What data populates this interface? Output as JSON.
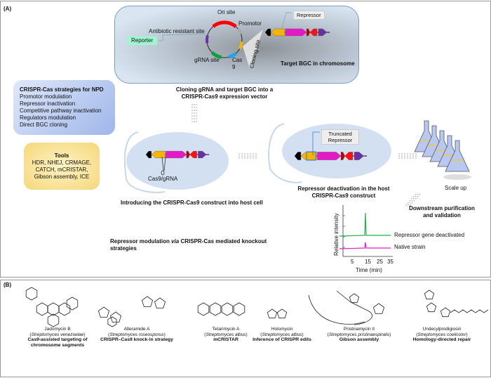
{
  "panel_a": {
    "label": "(A)",
    "plasmid": {
      "ori": "Ori site",
      "promotor": "Promotor",
      "antibiotic": "Antibiotic resistant site",
      "reporter": "Reporter",
      "grna": "gRNA site",
      "cas9": "Cas 9",
      "cloning": "Cloning site"
    },
    "repressor_label": "Repressor",
    "target_bgc": "Target BGC in chromosome",
    "cloning_caption": "Cloning gRNA and target BGC into a CRISPR-Cas9 expression vector",
    "strategies": {
      "title": "CRISPR-Cas strategies for NPD",
      "items": [
        "Promotor modulation",
        "Repressor inactivation",
        "Competitive pathway inactivation",
        "Regulators modulation",
        "Direct BGC cloning"
      ]
    },
    "tools": {
      "title": "Tools",
      "text": "HDR, NHEJ, CRMAGE, CATCH, mCRISTAR, Gibson assembly, ICE"
    },
    "cas9_grna": "Cas9/gRNA",
    "truncated_repressor": "Truncated Repressor",
    "introducing_caption": "Introducing the CRISPR-Cas9 construct into host cell",
    "deactivation_caption": "Repressor deactivation in the host CRISPR-Cas9 construct",
    "scale_up": "Scale up",
    "downstream": "Downstream purification and validation",
    "summary_pre": "Repressor modulation ",
    "summary_via": "via",
    "summary_post": " CRISPR-Cas mediated knockout strategies",
    "chromatogram": {
      "ylabel": "Relative intensity",
      "xlabel": "Time (min)",
      "xticks": [
        "5",
        "15",
        "25",
        "35"
      ],
      "series": [
        {
          "name": "Repressor gene deactivated",
          "color": "#22b04b",
          "peak_time": 15
        },
        {
          "name": "Native strain",
          "color": "#e619c8",
          "peak_time": 15
        }
      ]
    },
    "gene_colors": [
      "#000000",
      "#f5b400",
      "#e619c8",
      "#c00000",
      "#ff1010",
      "#6a2fa0"
    ]
  },
  "panel_b": {
    "label": "(B)",
    "compounds": [
      {
        "name": "Jadomycin B",
        "organism": "Streptomyces venezuelae",
        "method": "Cas9-assisted targeting of chromosome segments"
      },
      {
        "name": "Alteramide A",
        "organism": "Streptomyces roseosporus",
        "method": "CRISPR–Cas9 knock-in strategy"
      },
      {
        "name": "Tetarimycin A",
        "organism": "Streptomyces albus",
        "method": "mCRISTAR"
      },
      {
        "name": "Holomycin",
        "organism": "Streptomyces albus",
        "method": "Inference of CRISPR edits"
      },
      {
        "name": "Pristinamycin II",
        "organism": "Streptomyces pristinaespiralis",
        "method": "Gibson assembly"
      },
      {
        "name": "Undecylprodigiosin",
        "organism": "Streptomyces coelicolor",
        "method": "Homology-directed repair"
      }
    ]
  }
}
